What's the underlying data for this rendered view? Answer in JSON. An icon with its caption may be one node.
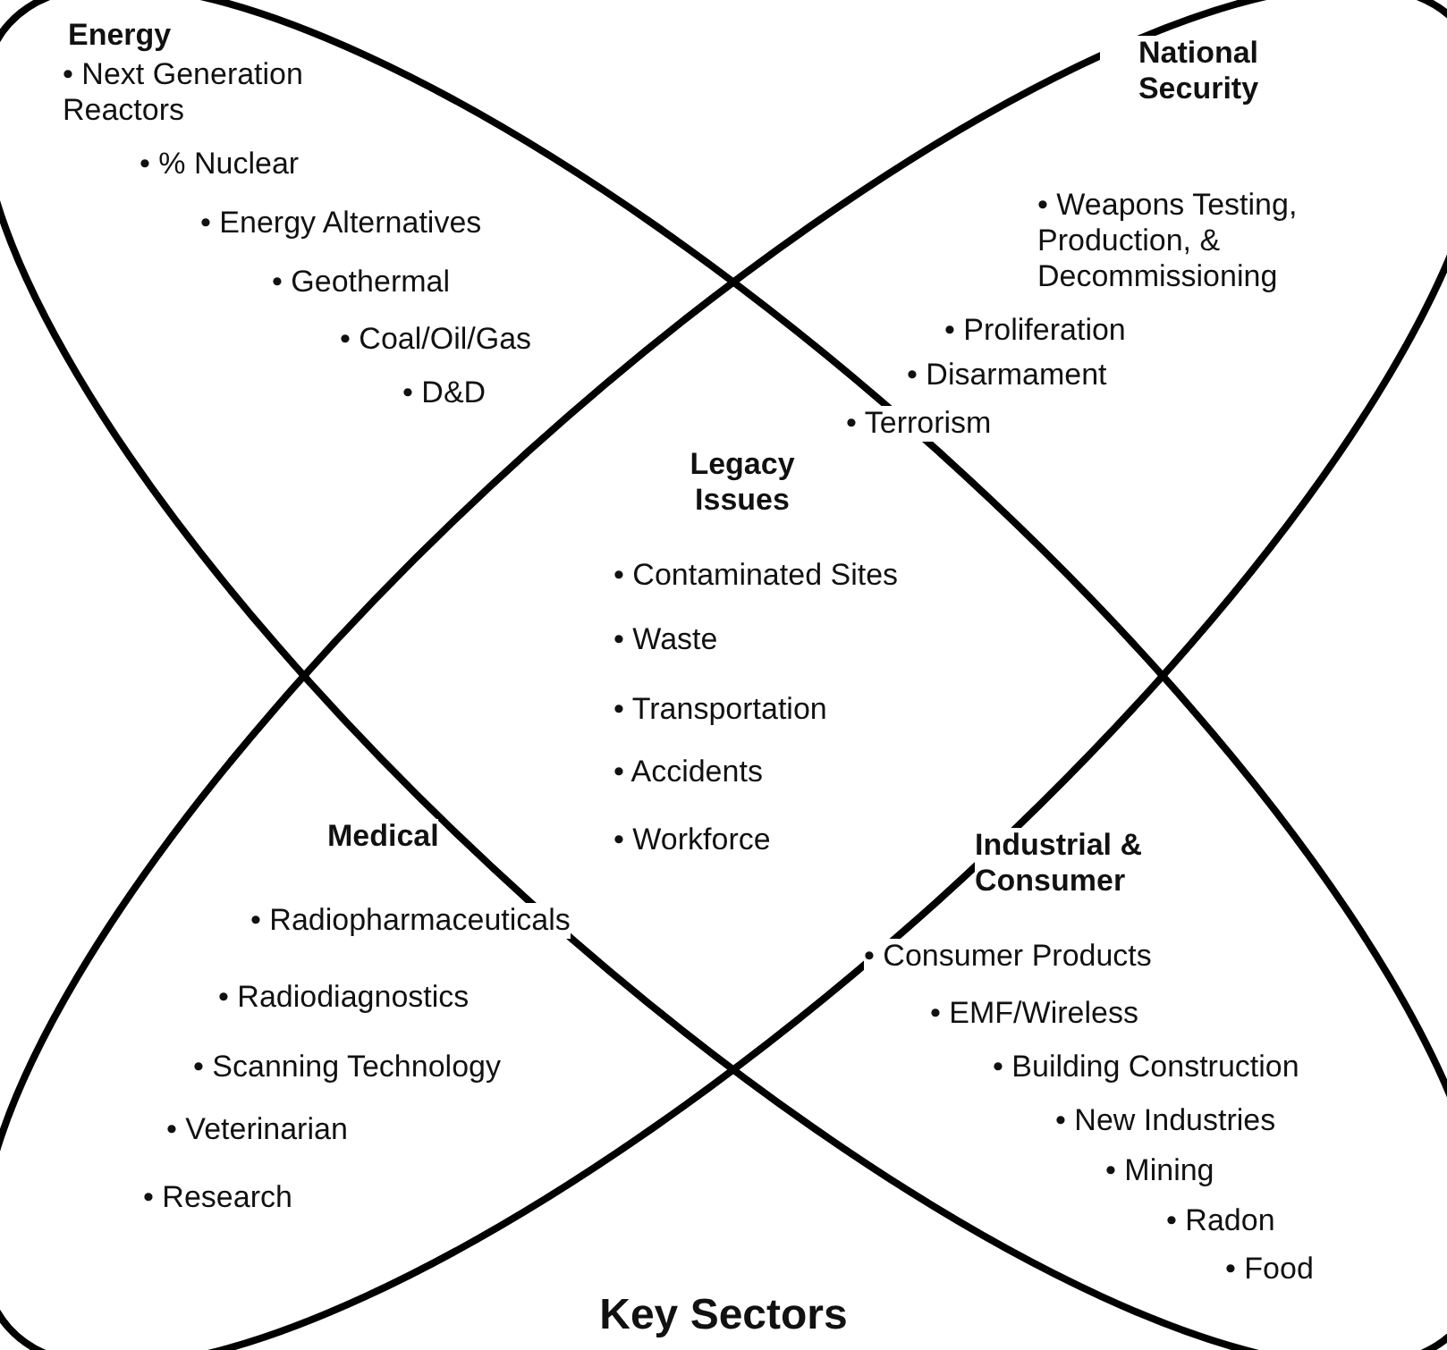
{
  "diagram": {
    "caption": "Key Sectors",
    "nodes": [
      {
        "text": [],
        "shape": "ellipse"
      },
      {
        "text": [],
        "shape": "ellipse"
      }
    ],
    "labels": [
      "Energy",
      "• Next Generation Reactors",
      "• % Nuclear",
      "• Energy Alternatives",
      "• Geothermal",
      "• Coal/Oil/Gas",
      "• D&D",
      "National Security",
      "• Weapons Testing, Production, & Decommissioning",
      "• Proliferation",
      "• Disarmament",
      "• Terrorism",
      "Legacy Issues",
      "• Contaminated Sites",
      "• Waste",
      "• Transportation",
      "• Accidents",
      "• Workforce",
      "Medical",
      "• Radiopharmaceuticals",
      "• Radiodiagnostics",
      "• Scanning Technology",
      "• Veterinarian",
      "• Research",
      "Industrial & Consumer",
      "• Consumer Products",
      "• EMF/Wireless",
      "• Building Construction",
      "• New Industries",
      "• Mining",
      "• Radon",
      "• Food"
    ]
  }
}
